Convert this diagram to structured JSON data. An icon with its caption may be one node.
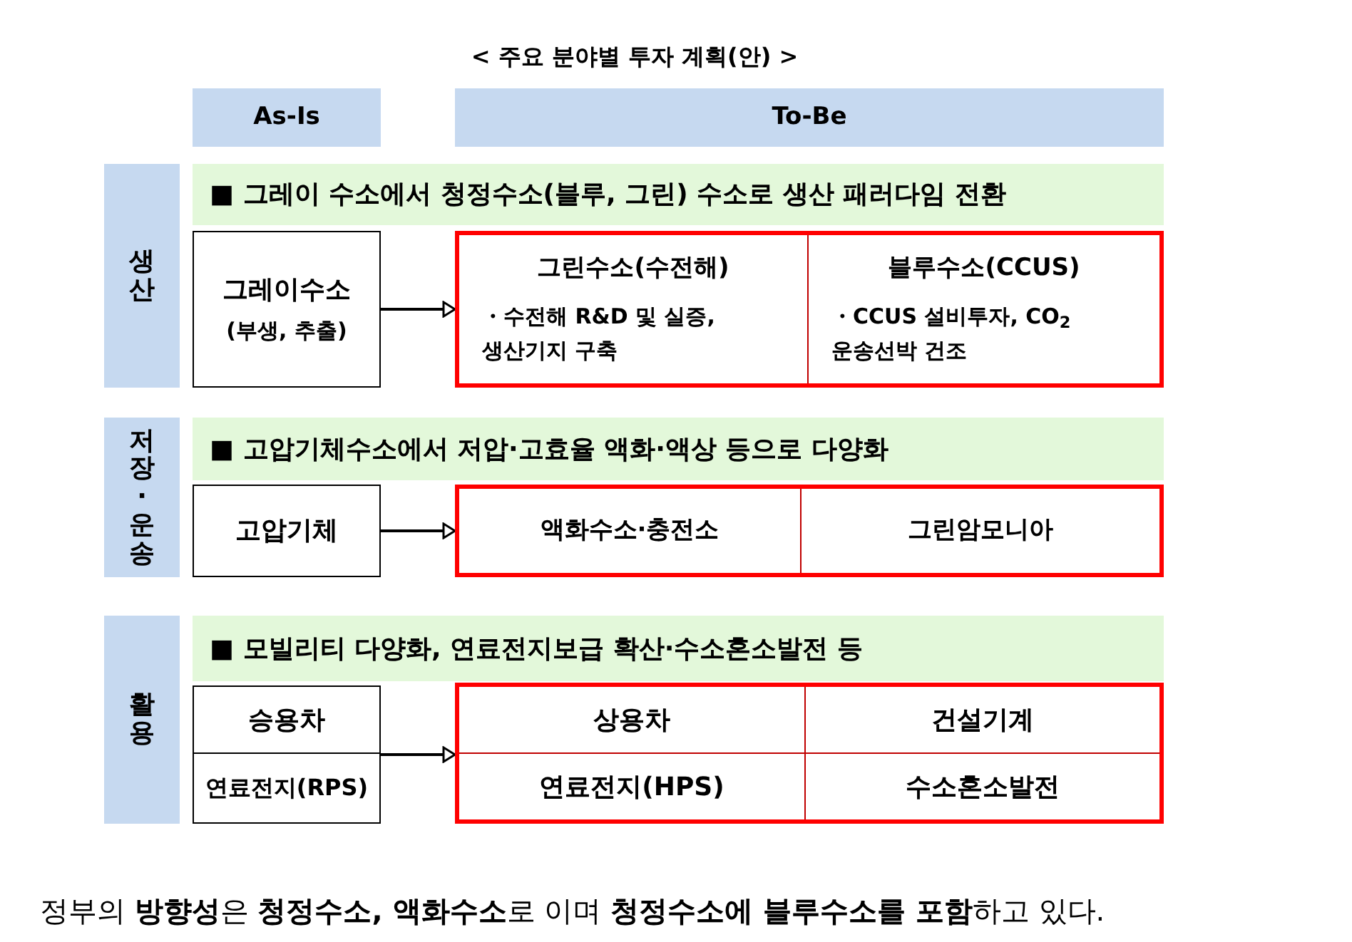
{
  "diagram": {
    "title": "< 주요 분야별 투자 계획(안) >",
    "caption": "정부의 **방향성**은 **청정수소, 액화수소**로 이며 **청정수소에 블루수소를 포함**하고 있다.",
    "nodes": [
      {
        "text": [
          "As-Is"
        ]
      },
      {
        "text": [
          "To-Be"
        ]
      },
      {
        "text": [
          "생산"
        ]
      },
      {
        "text": [
          "■ 그레이 수소에서 청정수소(블루, 그린) 수소로 생산 패러다임 전환"
        ]
      },
      {
        "text": [
          "그레이수소",
          "(부생, 추출)"
        ]
      },
      {
        "text": [],
        "shape": "box"
      },
      {
        "text": [
          "그린수소(수전해)",
          "・수전해 R&D 및 실증, 생산기지 구축"
        ],
        "in": 5
      },
      {
        "text": [
          "블루수소(CCUS)",
          "・CCUS 설비투자, CO$_{2}$ 운송선박 건조"
        ],
        "in": 5
      },
      {
        "text": [
          "저장·운송"
        ]
      },
      {
        "text": [
          "■ 고압기체수소에서 저압·고효율 액화·액상 등으로 다양화"
        ]
      },
      {
        "text": [
          "고압기체"
        ]
      },
      {
        "text": [],
        "shape": "box"
      },
      {
        "text": [
          "액화수소·충전소"
        ],
        "in": 11
      },
      {
        "text": [
          "그린암모니아"
        ],
        "in": 11
      },
      {
        "text": [
          "활용"
        ]
      },
      {
        "text": [
          "■ 모빌리티 다양화, 연료전지보급 확산·수소혼소발전 등"
        ]
      },
      {
        "text": [],
        "shape": "box"
      },
      {
        "text": [
          "승용차"
        ],
        "in": 16
      },
      {
        "text": [
          "연료전지(RPS)"
        ],
        "in": 16
      },
      {
        "text": [],
        "shape": "box"
      },
      {
        "text": [
          "상용차"
        ],
        "in": 19
      },
      {
        "text": [
          "건설기계"
        ],
        "in": 19
      },
      {
        "text": [
          "연료전지(HPS)"
        ],
        "in": 19
      },
      {
        "text": [
          "수소혼소발전"
        ],
        "in": 19
      }
    ],
    "edges": [
      {
        "from": 4,
        "to": 5,
        "arrow": "to"
      },
      {
        "from": 10,
        "to": 11,
        "arrow": "to"
      },
      {
        "from": 16,
        "to": 19,
        "arrow": "to"
      }
    ]
  }
}
